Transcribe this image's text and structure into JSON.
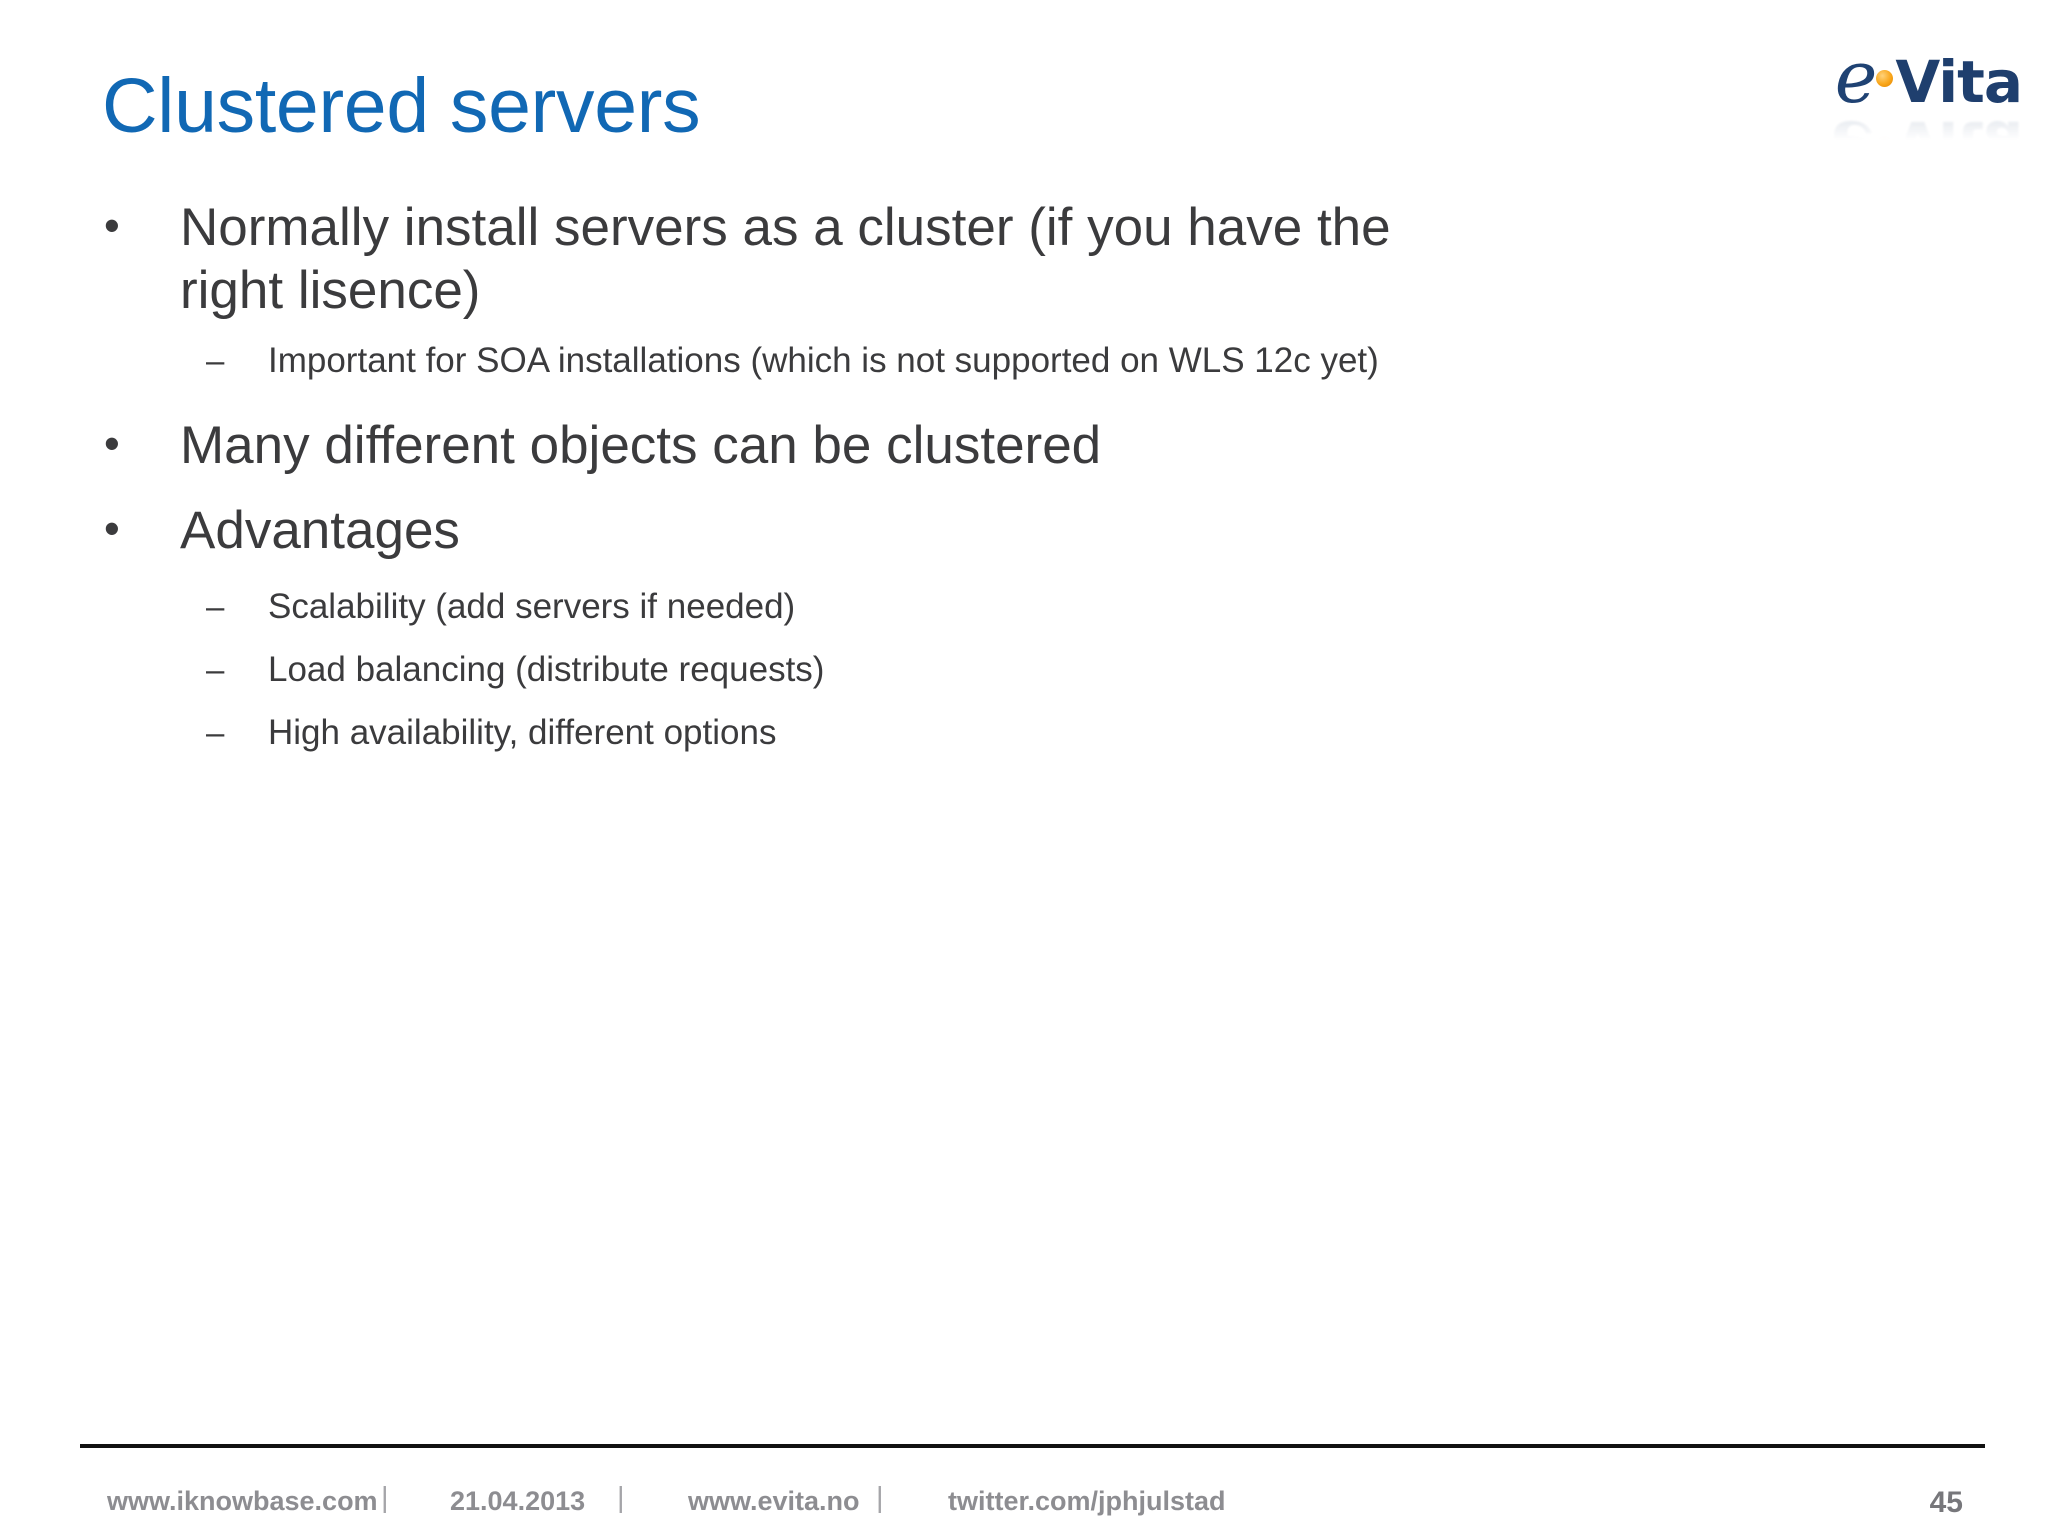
{
  "slide": {
    "title": "Clustered servers",
    "background_color": "#ffffff",
    "title_color": "#1168b4",
    "body_color": "#3b3b3d"
  },
  "logo": {
    "letter_e": "e",
    "dot": "·",
    "word": "Vita",
    "full_text": "e·Vita",
    "navy": "#1f3f6e",
    "orange": "#f9a61a"
  },
  "content": {
    "bullets": [
      {
        "level": 1,
        "marker": "•",
        "text": "Normally install servers as a cluster (if you have the right lisence)"
      },
      {
        "level": 2,
        "marker": "–",
        "text": "Important for SOA installations (which is not supported on WLS 12c yet)"
      },
      {
        "level": 1,
        "marker": "•",
        "text": "Many different objects can be clustered"
      },
      {
        "level": 1,
        "marker": "•",
        "text": "Advantages"
      },
      {
        "level": 2,
        "marker": "–",
        "text": "Scalability (add servers if needed)"
      },
      {
        "level": 2,
        "marker": "–",
        "text": "Load balancing (distribute requests)"
      },
      {
        "level": 2,
        "marker": "–",
        "text": "High availability, different options"
      }
    ]
  },
  "footer": {
    "site1": "www.iknowbase.com",
    "separator": "|",
    "date": "21.04.2013",
    "site2": "www.evita.no",
    "twitter": "twitter.com/jphjulstad",
    "page_number": "45"
  }
}
